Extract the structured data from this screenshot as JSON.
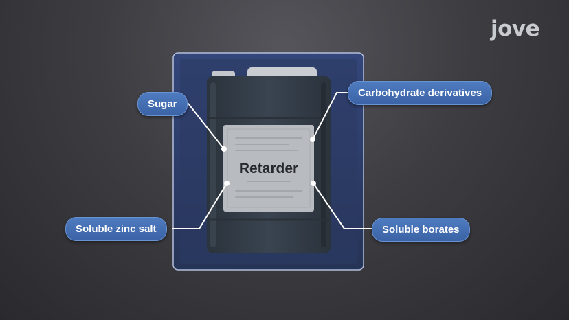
{
  "brand": {
    "logo_text": "jove"
  },
  "diagram": {
    "center_label": "Retarder",
    "labels": {
      "sugar": "Sugar",
      "carbohydrate_derivatives": "Carbohydrate derivatives",
      "soluble_zinc_salt": "Soluble zinc salt",
      "soluble_borates": "Soluble borates"
    }
  },
  "colors": {
    "pill_fill": "#4070b8",
    "pill_border": "#6a93d2",
    "frame_fill": "#2f3f6a",
    "frame_border": "#aeb8d8",
    "jerrycan_body": "#333d47",
    "label_panel": "#b9bcc0",
    "connector": "#ffffff"
  },
  "icons": [
    "jerrycan-icon"
  ]
}
